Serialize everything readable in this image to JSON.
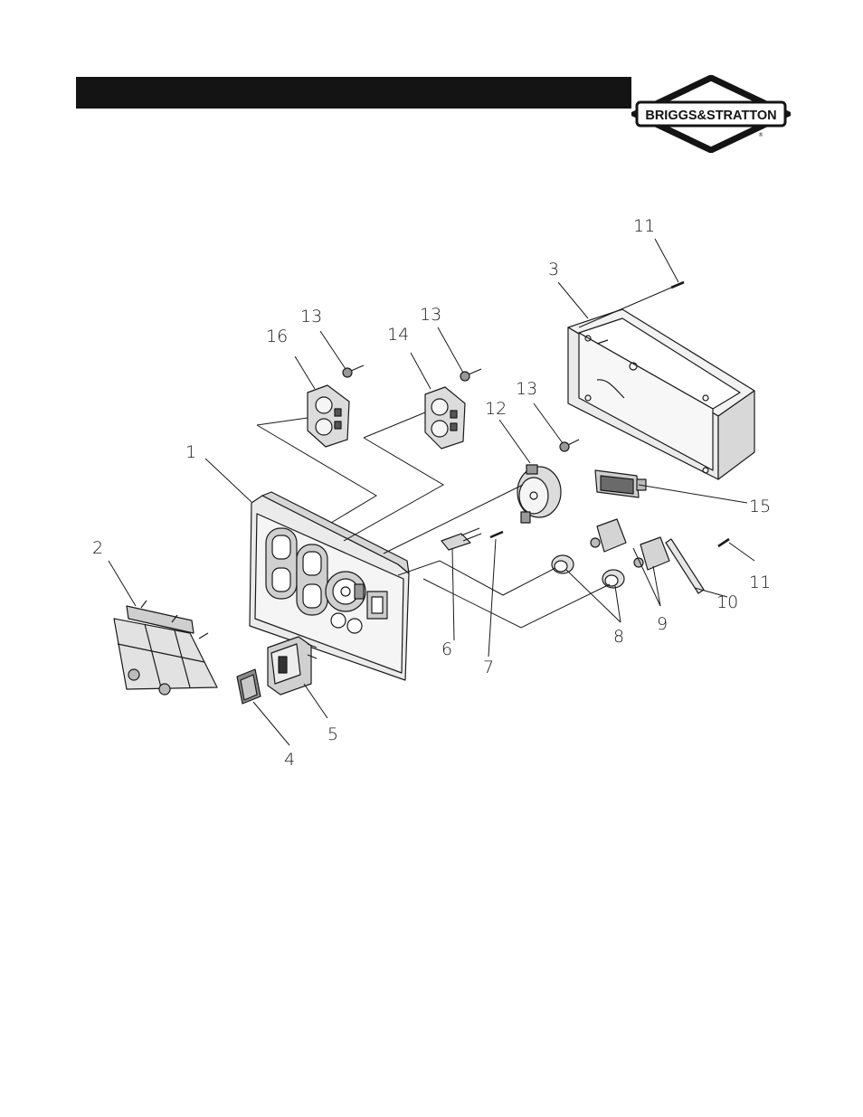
{
  "logo": {
    "text": "BRIGGS&STRATTON",
    "registered": "®"
  },
  "callouts": {
    "c1": "1",
    "c2": "2",
    "c3": "3",
    "c4": "4",
    "c5": "5",
    "c6": "6",
    "c7": "7",
    "c8": "8",
    "c9": "9",
    "c10": "10",
    "c11a": "11",
    "c11b": "11",
    "c12": "12",
    "c13a": "13",
    "c13b": "13",
    "c13c": "13",
    "c14": "14",
    "c15": "15",
    "c16": "16"
  },
  "colors": {
    "header_bar": "#141414",
    "line": "#1a1a1a",
    "part_fill": "#e6e6e6",
    "dark_fill": "#555555"
  }
}
